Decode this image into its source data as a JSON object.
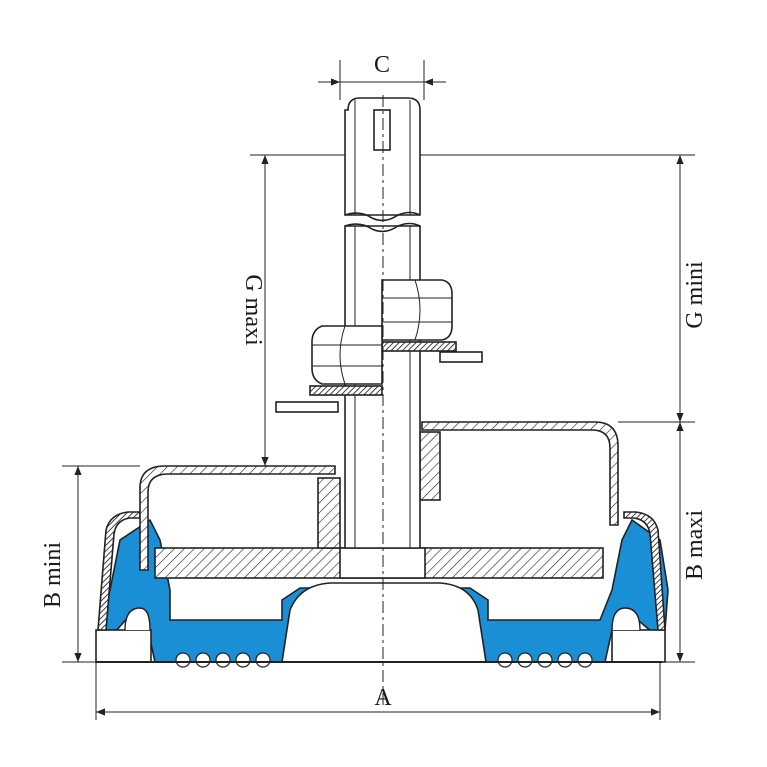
{
  "labels": {
    "a": "A",
    "b_mini": "B mini",
    "b_maxi": "B maxi",
    "c": "C",
    "g_maxi": "G maxi",
    "g_mini": "G mini"
  },
  "colors": {
    "rubber": "#1a8fd6",
    "line": "#222222",
    "fill": "#ffffff"
  }
}
